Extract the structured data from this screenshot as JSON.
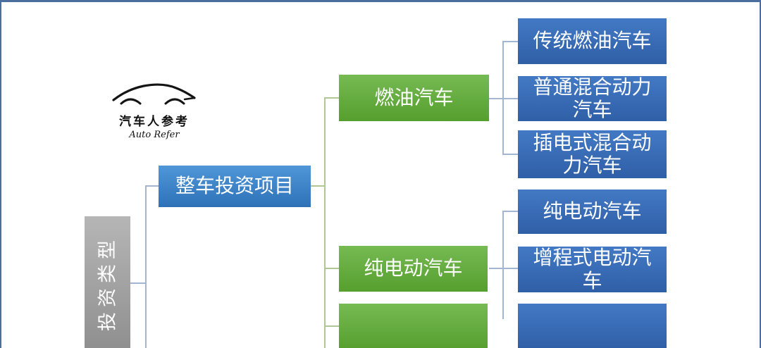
{
  "logo": {
    "brand_cn": "汽车人参考",
    "brand_en": "Auto Refer",
    "icon": "car-silhouette-icon"
  },
  "diagram": {
    "root": {
      "label": "投资类型"
    },
    "project": {
      "label": "整车投资项目"
    },
    "categories": [
      {
        "label": "燃油汽车",
        "children": [
          "传统燃油汽车",
          "普通混合动力汽车",
          "插电式混合动力汽车"
        ]
      },
      {
        "label": "纯电动汽车",
        "children": [
          "纯电动汽车",
          "增程式电动汽车"
        ]
      },
      {
        "label": "",
        "children": [
          ""
        ]
      }
    ]
  },
  "colors": {
    "page_border": "#4a6f9f",
    "node_blue_main_top": "#4f97d8",
    "node_blue_main_bottom": "#2e71b7",
    "node_blue_leaf_top": "#4379c4",
    "node_blue_leaf_bottom": "#2f5fa7",
    "node_green_top": "#76ba53",
    "node_green_bottom": "#569f2e",
    "node_gray_top": "#b6b6b6",
    "node_gray_bottom": "#8f8f8f",
    "connector_blue": "#a2b6d2",
    "connector_green": "#aec794",
    "node_text": "#ffffff"
  }
}
